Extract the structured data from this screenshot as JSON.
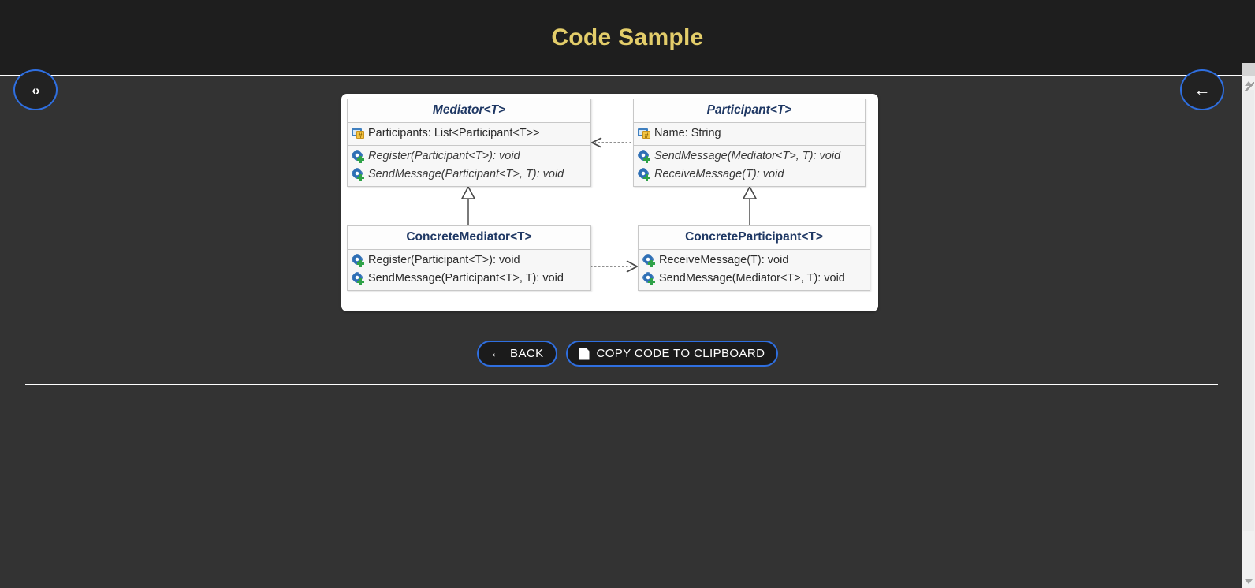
{
  "header": {
    "title": "Code Sample",
    "title_color": "#e3cd6a",
    "background": "#1e1e1e"
  },
  "fabs": {
    "code_icon": "code-angle-brackets-icon",
    "code_glyph": "‹›",
    "back_icon": "arrow-left-icon",
    "back_glyph": "←",
    "accent_color": "#2f6fe0"
  },
  "diagram": {
    "kind": "uml-class-diagram",
    "pattern": "Mediator",
    "classes": [
      {
        "id": "mediator",
        "name": "Mediator<T>",
        "abstract": true,
        "attributes": [
          {
            "icon": "field-icon",
            "text": "Participants: List<Participant<T>>"
          }
        ],
        "methods": [
          {
            "icon": "method-icon",
            "text": "Register(Participant<T>): void",
            "abstract": true
          },
          {
            "icon": "method-icon",
            "text": "SendMessage(Participant<T>, T): void",
            "abstract": true
          }
        ]
      },
      {
        "id": "participant",
        "name": "Participant<T>",
        "abstract": true,
        "attributes": [
          {
            "icon": "field-icon",
            "text": "Name: String"
          }
        ],
        "methods": [
          {
            "icon": "method-icon",
            "text": "SendMessage(Mediator<T>, T): void",
            "abstract": true
          },
          {
            "icon": "method-icon",
            "text": "ReceiveMessage(T): void",
            "abstract": true
          }
        ]
      },
      {
        "id": "concrete-mediator",
        "name": "ConcreteMediator<T>",
        "abstract": false,
        "attributes": [],
        "methods": [
          {
            "icon": "method-icon",
            "text": "Register(Participant<T>): void",
            "abstract": false
          },
          {
            "icon": "method-icon",
            "text": "SendMessage(Participant<T>, T): void",
            "abstract": false
          }
        ]
      },
      {
        "id": "concrete-participant",
        "name": "ConcreteParticipant<T>",
        "abstract": false,
        "attributes": [],
        "methods": [
          {
            "icon": "method-icon",
            "text": "ReceiveMessage(T): void",
            "abstract": false
          },
          {
            "icon": "method-icon",
            "text": "SendMessage(Mediator<T>, T): void",
            "abstract": false
          }
        ]
      }
    ],
    "relations": [
      {
        "from": "participant",
        "to": "mediator",
        "type": "dependency",
        "style": "dotted",
        "arrow": "open-left"
      },
      {
        "from": "concrete-mediator",
        "to": "mediator",
        "type": "generalization",
        "style": "solid",
        "arrow": "hollow-triangle-up"
      },
      {
        "from": "concrete-participant",
        "to": "participant",
        "type": "generalization",
        "style": "solid",
        "arrow": "hollow-triangle-up"
      },
      {
        "from": "concrete-mediator",
        "to": "concrete-participant",
        "type": "dependency",
        "style": "dotted",
        "arrow": "open-right"
      }
    ],
    "title_color": "#1f3864",
    "box_background": "#f7f7f7"
  },
  "actions": {
    "back_label": "BACK",
    "back_icon": "arrow-left-icon",
    "back_glyph": "←",
    "copy_label": "COPY CODE TO CLIPBOARD",
    "copy_icon": "file-copy-icon"
  },
  "scrollbar": {
    "up_icon": "scroll-up-arrow-icon",
    "down_icon": "scroll-down-arrow-icon",
    "orientation": "vertical"
  }
}
